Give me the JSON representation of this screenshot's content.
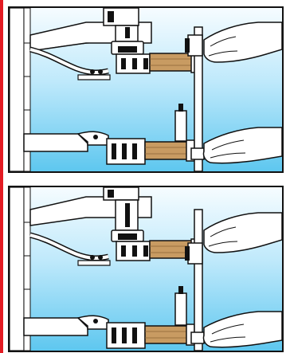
{
  "figure": {
    "panels": [
      {
        "id": "top",
        "step": "caliper-measurement-lower-position"
      },
      {
        "id": "bottom",
        "step": "caliper-measurement-raised-position"
      }
    ]
  },
  "colors": {
    "edge_strip": "#e31b23",
    "background_top": "#f4fbff",
    "background_bottom": "#58c5ee",
    "steel": "#ffffff",
    "outline": "#111111",
    "insulation": "#c89b62",
    "bench": "#e9f7fc"
  },
  "icons": [
    "vertical-caliper-icon",
    "welding-head-icon",
    "lower-electrode-icon",
    "hand-icon",
    "cable-icon"
  ]
}
